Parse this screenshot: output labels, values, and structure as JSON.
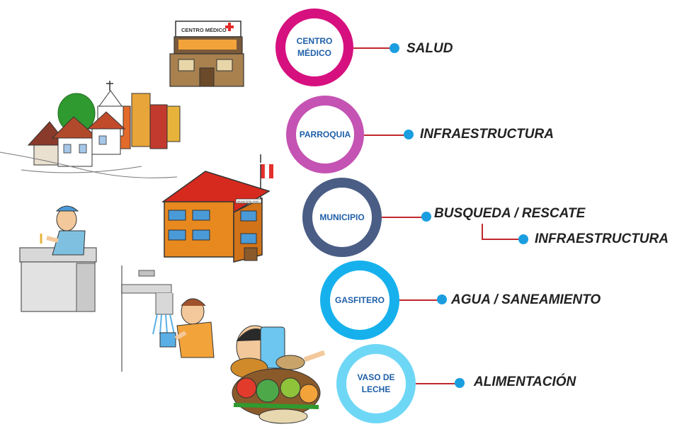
{
  "colors": {
    "centro_medico": "#d6117f",
    "parroquia": "#c453b3",
    "municipio": "#4a5d85",
    "gasfitero": "#16b1ec",
    "vaso_de_leche": "#6fd7f6",
    "connector": "#c0282d",
    "dot": "#1a9ee0",
    "ring_text": "#1f5fa8"
  },
  "illustrations": {
    "clinic_sign": "CENTRO MÉDICO",
    "town_hall_sign": "MUNICIPALIDAD"
  },
  "nodes": [
    {
      "id": "centro-medico",
      "label": "CENTRO\nMÉDICO",
      "categories": [
        "SALUD"
      ]
    },
    {
      "id": "parroquia",
      "label": "PARROQUIA",
      "categories": [
        "INFRAESTRUCTURA"
      ]
    },
    {
      "id": "municipio",
      "label": "MUNICIPIO",
      "categories": [
        "BUSQUEDA / RESCATE",
        "INFRAESTRUCTURA"
      ]
    },
    {
      "id": "gasfitero",
      "label": "GASFITERO",
      "categories": [
        "AGUA / SANEAMIENTO"
      ]
    },
    {
      "id": "vaso-de-leche",
      "label": "VASO DE\nLECHE",
      "categories": [
        "ALIMENTACIÓN"
      ]
    }
  ]
}
